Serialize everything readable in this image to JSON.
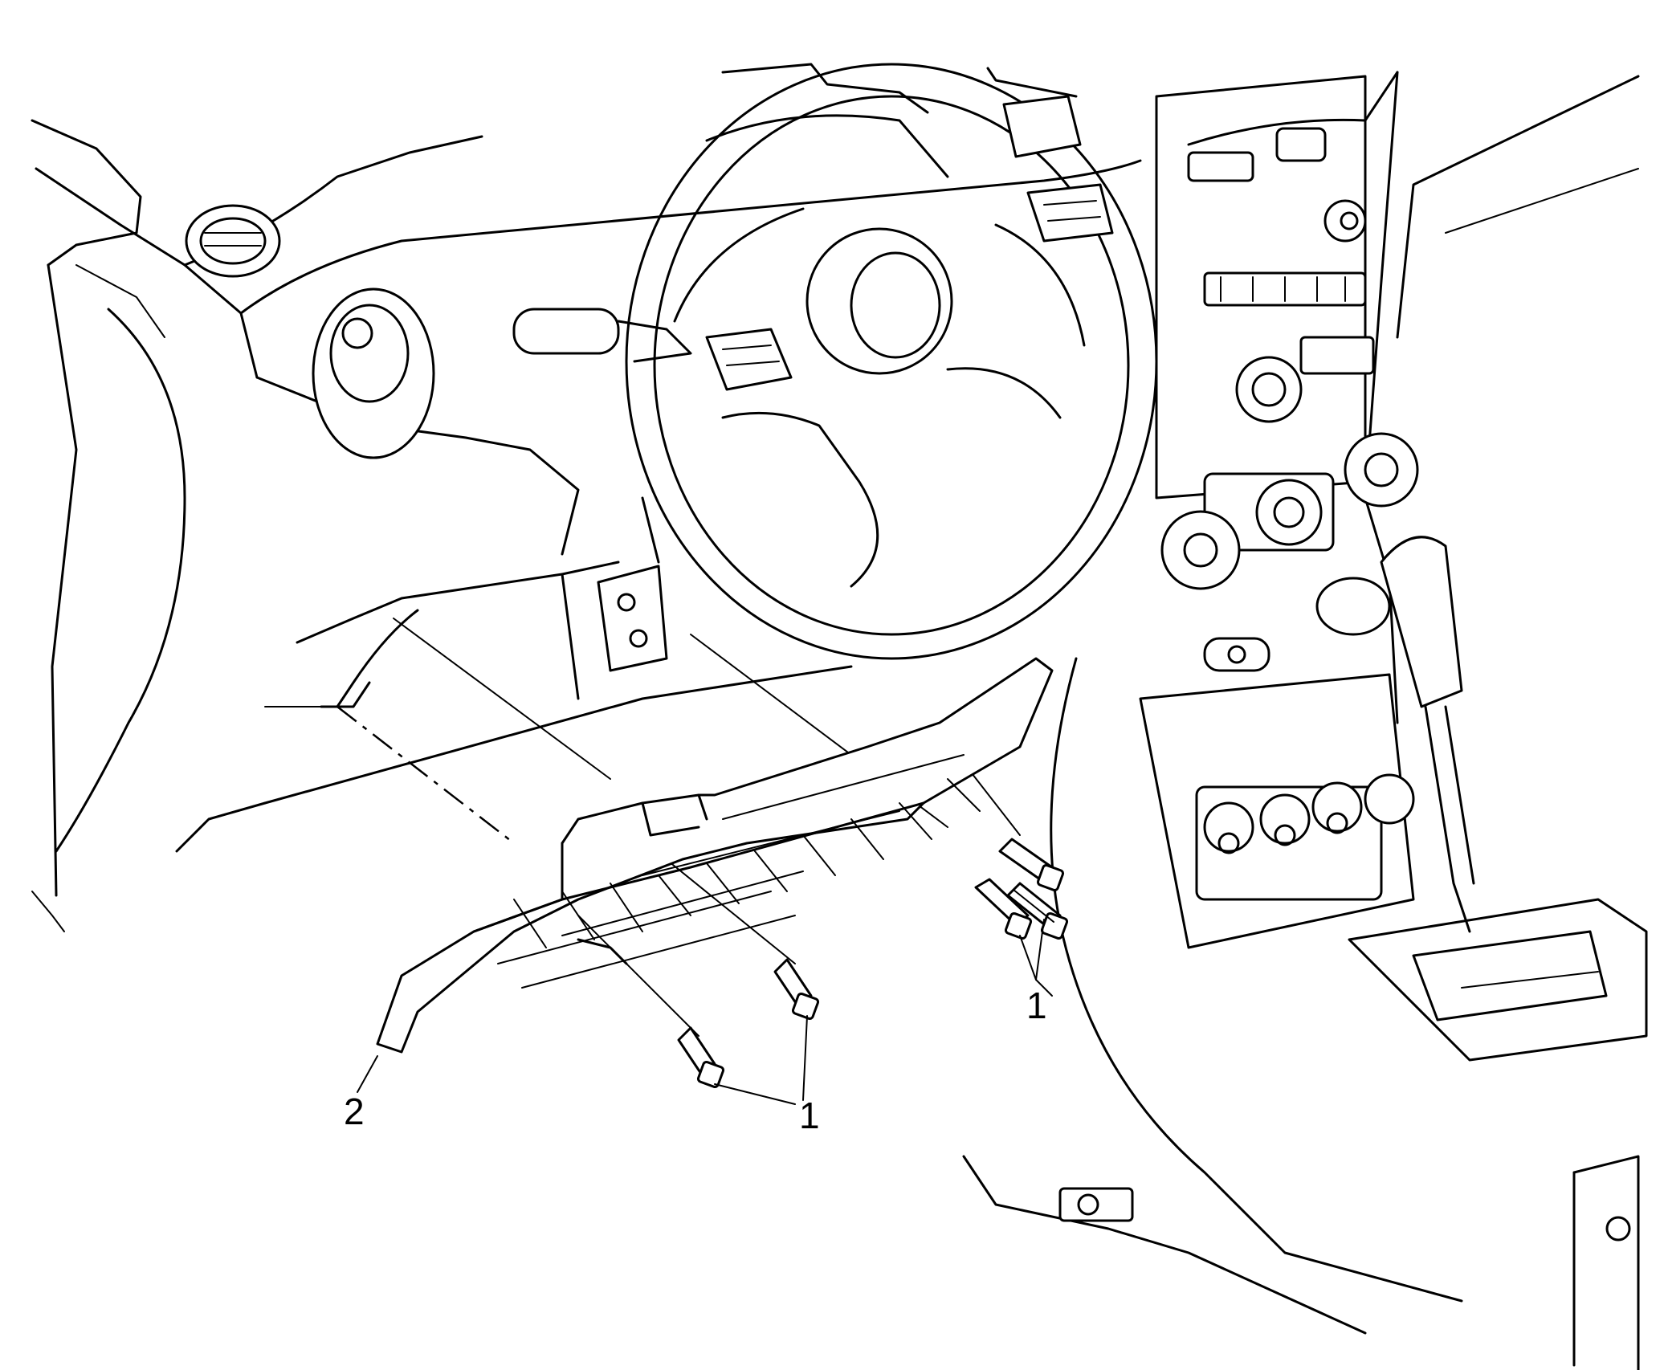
{
  "diagram": {
    "callouts": [
      {
        "id": "fastener-right",
        "label": "1"
      },
      {
        "id": "fastener-left",
        "label": "1"
      },
      {
        "id": "panel",
        "label": "2"
      }
    ]
  }
}
